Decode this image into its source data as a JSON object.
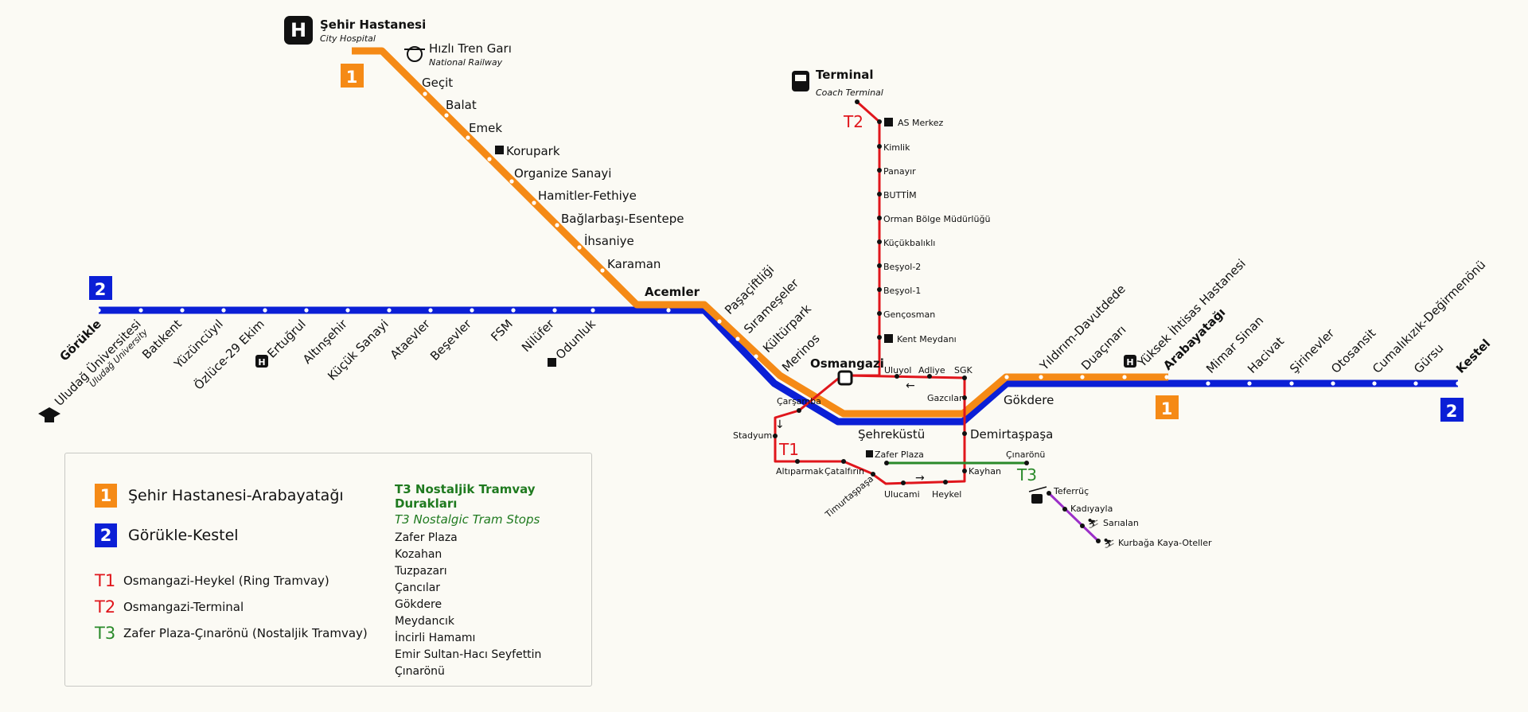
{
  "colors": {
    "line1": "#f58a16",
    "line2": "#0b1fd6",
    "t1": "#e0161c",
    "t2": "#e0161c",
    "t3": "#2a8a2a",
    "cable": "#9b2fc8"
  },
  "map": {
    "hospital_title": "Şehir Hastanesi",
    "hospital_sub": "City Hospital",
    "rail_title": "Hızlı Tren Garı",
    "rail_sub": "National Railway",
    "terminal_title": "Terminal",
    "terminal_sub": "Coach Terminal",
    "badge_1": "1",
    "badge_2": "2",
    "t1_label": "T1",
    "t2_label": "T2",
    "t3_label": "T3",
    "line1_stops": [
      "Geçit",
      "Balat",
      "Emek",
      "Korupark",
      "Organize Sanayi",
      "Hamitler-Fethiye",
      "Bağlarbaşı-Esentepe",
      "İhsaniye",
      "Karaman"
    ],
    "acemler": "Acemler",
    "west_stops": [
      "Görükle",
      "Uludağ Üniversitesi",
      "Batıkent",
      "Yüzüncüyıl",
      "Özlüce-29 Ekim",
      "Ertuğrul",
      "Altınşehir",
      "Küçük Sanayi",
      "Ataevler",
      "Beşevler",
      "FSM",
      "Nilüfer",
      "Odunluk"
    ],
    "uludag_sub": "Uludağ University",
    "center_stops": [
      "Paşaçiftliği",
      "Sırameşeler",
      "Kültürpark",
      "Merinos"
    ],
    "osmangazi": "Osmangazi",
    "sehrekustu": "Şehreküstü",
    "demirtaspasa": "Demirtaşpaşa",
    "gokdere": "Gökdere",
    "east_stops": [
      "Yıldırım-Davutdede",
      "Duaçınarı",
      "Yüksek İhtisas Hastanesi",
      "Arabayatağı",
      "Mimar Sinan",
      "Hacivat",
      "Şirinevler",
      "Otosansit",
      "Cumalıkızık-Değirmenönü",
      "Gürsu",
      "Kestel"
    ],
    "t2_stops": [
      "AS Merkez",
      "Kimlik",
      "Panayır",
      "BUTTİM",
      "Orman Bölge Müdürlüğü",
      "Küçükbalıklı",
      "Beşyol-2",
      "Beşyol-1",
      "Gençosman",
      "Kent Meydanı"
    ],
    "t1_stops": [
      "Uluyol",
      "Adliye",
      "SGK",
      "Gazcılar",
      "Kayhan",
      "Heykel",
      "Ulucami",
      "Timurtaşpaşa",
      "Çatalfırın",
      "Altıparmak",
      "Stadyum",
      "Çarşamba"
    ],
    "t3_stops": [
      "Zafer Plaza",
      "Çınarönü"
    ],
    "cable_stops": [
      "Teferrüç",
      "Kadıyayla",
      "Sarıalan",
      "Kurbağa Kaya-Oteller"
    ]
  },
  "legend": {
    "line1": {
      "badge": "1",
      "name": "Şehir Hastanesi-Arabayatağı"
    },
    "line2": {
      "badge": "2",
      "name": "Görükle-Kestel"
    },
    "t1": {
      "code": "T1",
      "name": "Osmangazi-Heykel (Ring Tramvay)"
    },
    "t2": {
      "code": "T2",
      "name": "Osmangazi-Terminal"
    },
    "t3": {
      "code": "T3",
      "name": "Zafer Plaza-Çınarönü (Nostaljik Tramvay)"
    },
    "t3_heading": "T3 Nostaljik Tramvay Durakları",
    "t3_heading_en": "T3 Nostalgic Tram Stops",
    "t3_stops": [
      "Zafer Plaza",
      "Kozahan",
      "Tuzpazarı",
      "Çancılar",
      "Gökdere",
      "Meydancık",
      "İncirli Hamamı",
      "Emir Sultan-Hacı Seyfettin",
      "Çınarönü"
    ]
  }
}
